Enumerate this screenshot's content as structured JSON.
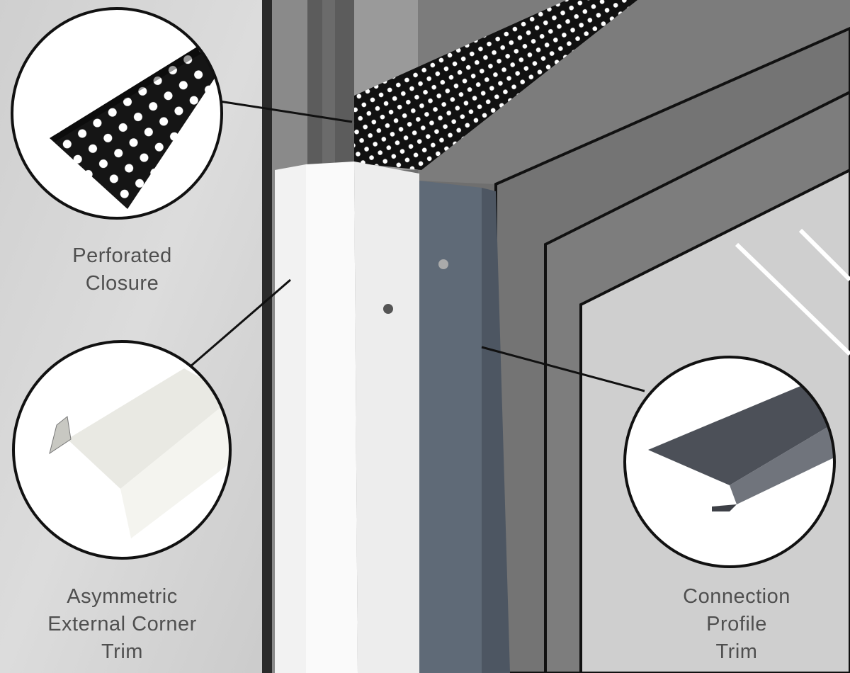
{
  "labels": {
    "perforated_closure": [
      "Perforated",
      "Closure"
    ],
    "corner_trim": [
      "Asymmetric",
      "External Corner",
      "Trim"
    ],
    "connection_profile": [
      "Connection",
      "Profile",
      "Trim"
    ]
  },
  "colors": {
    "concrete": "#d6d6d6",
    "white_trim": "#f4f4f4",
    "profile_blue": "#5d6774",
    "frame_gray": "#6e6e6e",
    "glass": "#cfcfcf",
    "outline": "#111111"
  }
}
